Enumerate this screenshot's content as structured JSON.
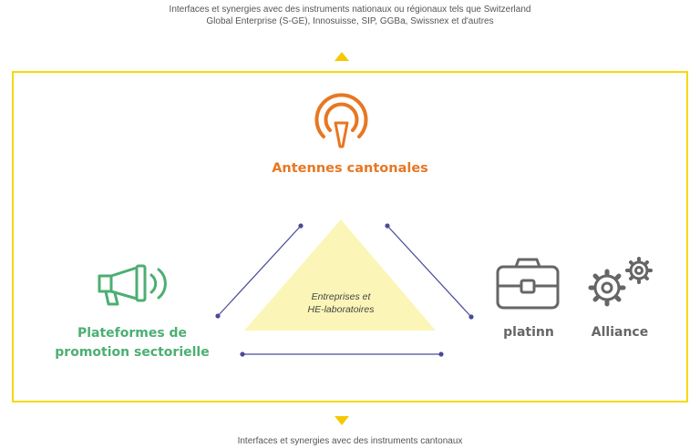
{
  "top_note": "Interfaces et synergies avec des instruments nationaux ou régionaux tels que Switzerland Global Enterprise (S-GE), Innosuisse, SIP, GGBa, Swissnex et d'autres",
  "bottom_note": "Interfaces et synergies avec des instruments cantonaux",
  "nodes": {
    "antennes": "Antennes cantonales",
    "plateformes_line1": "Plateformes de",
    "plateformes_line2": "promotion sectorielle",
    "platinn": "platinn",
    "alliance": "Alliance"
  },
  "center": {
    "line1": "Entreprises et",
    "line2": "HE-laboratoires"
  },
  "icons": {
    "antenna": "antenna-broadcast-icon",
    "megaphone": "megaphone-icon",
    "briefcase": "briefcase-icon",
    "gears": "gears-icon"
  },
  "colors": {
    "frame": "#f5d90a",
    "arrow": "#f5c800",
    "triangle": "#fbf6b8",
    "connector": "#4a4a9a",
    "antennes": "#e87722",
    "plateformes": "#4caf72",
    "platinn_alliance": "#666666"
  }
}
